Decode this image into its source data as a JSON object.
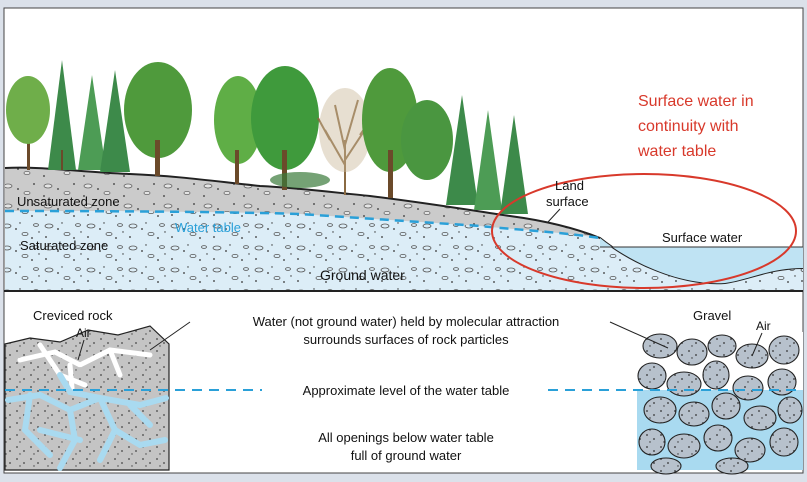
{
  "labels": {
    "annotation": [
      "Surface water in",
      "continuity with",
      "water table"
    ],
    "land_surface": [
      "Land",
      "surface"
    ],
    "surface_water": "Surface water",
    "unsaturated_zone": "Unsaturated zone",
    "water_table": "Water table",
    "saturated_zone": "Saturated zone",
    "ground_water": "Ground water",
    "creviced_rock": "Creviced rock",
    "air_left": "Air",
    "gravel": "Gravel",
    "air_right": "Air",
    "molecular": [
      "Water (not ground water) held by molecular attraction",
      "surrounds surfaces of rock particles"
    ],
    "approx_level": "Approximate level of the water table",
    "openings": [
      "All openings below water table",
      "full of ground water"
    ]
  },
  "colors": {
    "annotation": "#d8392b",
    "water_table": "#2aa0d8",
    "saturated": "#dbeef8",
    "unsaturated": "#c9c9c9",
    "water": "#bfe3f3",
    "frame": "#dbe1ea"
  }
}
